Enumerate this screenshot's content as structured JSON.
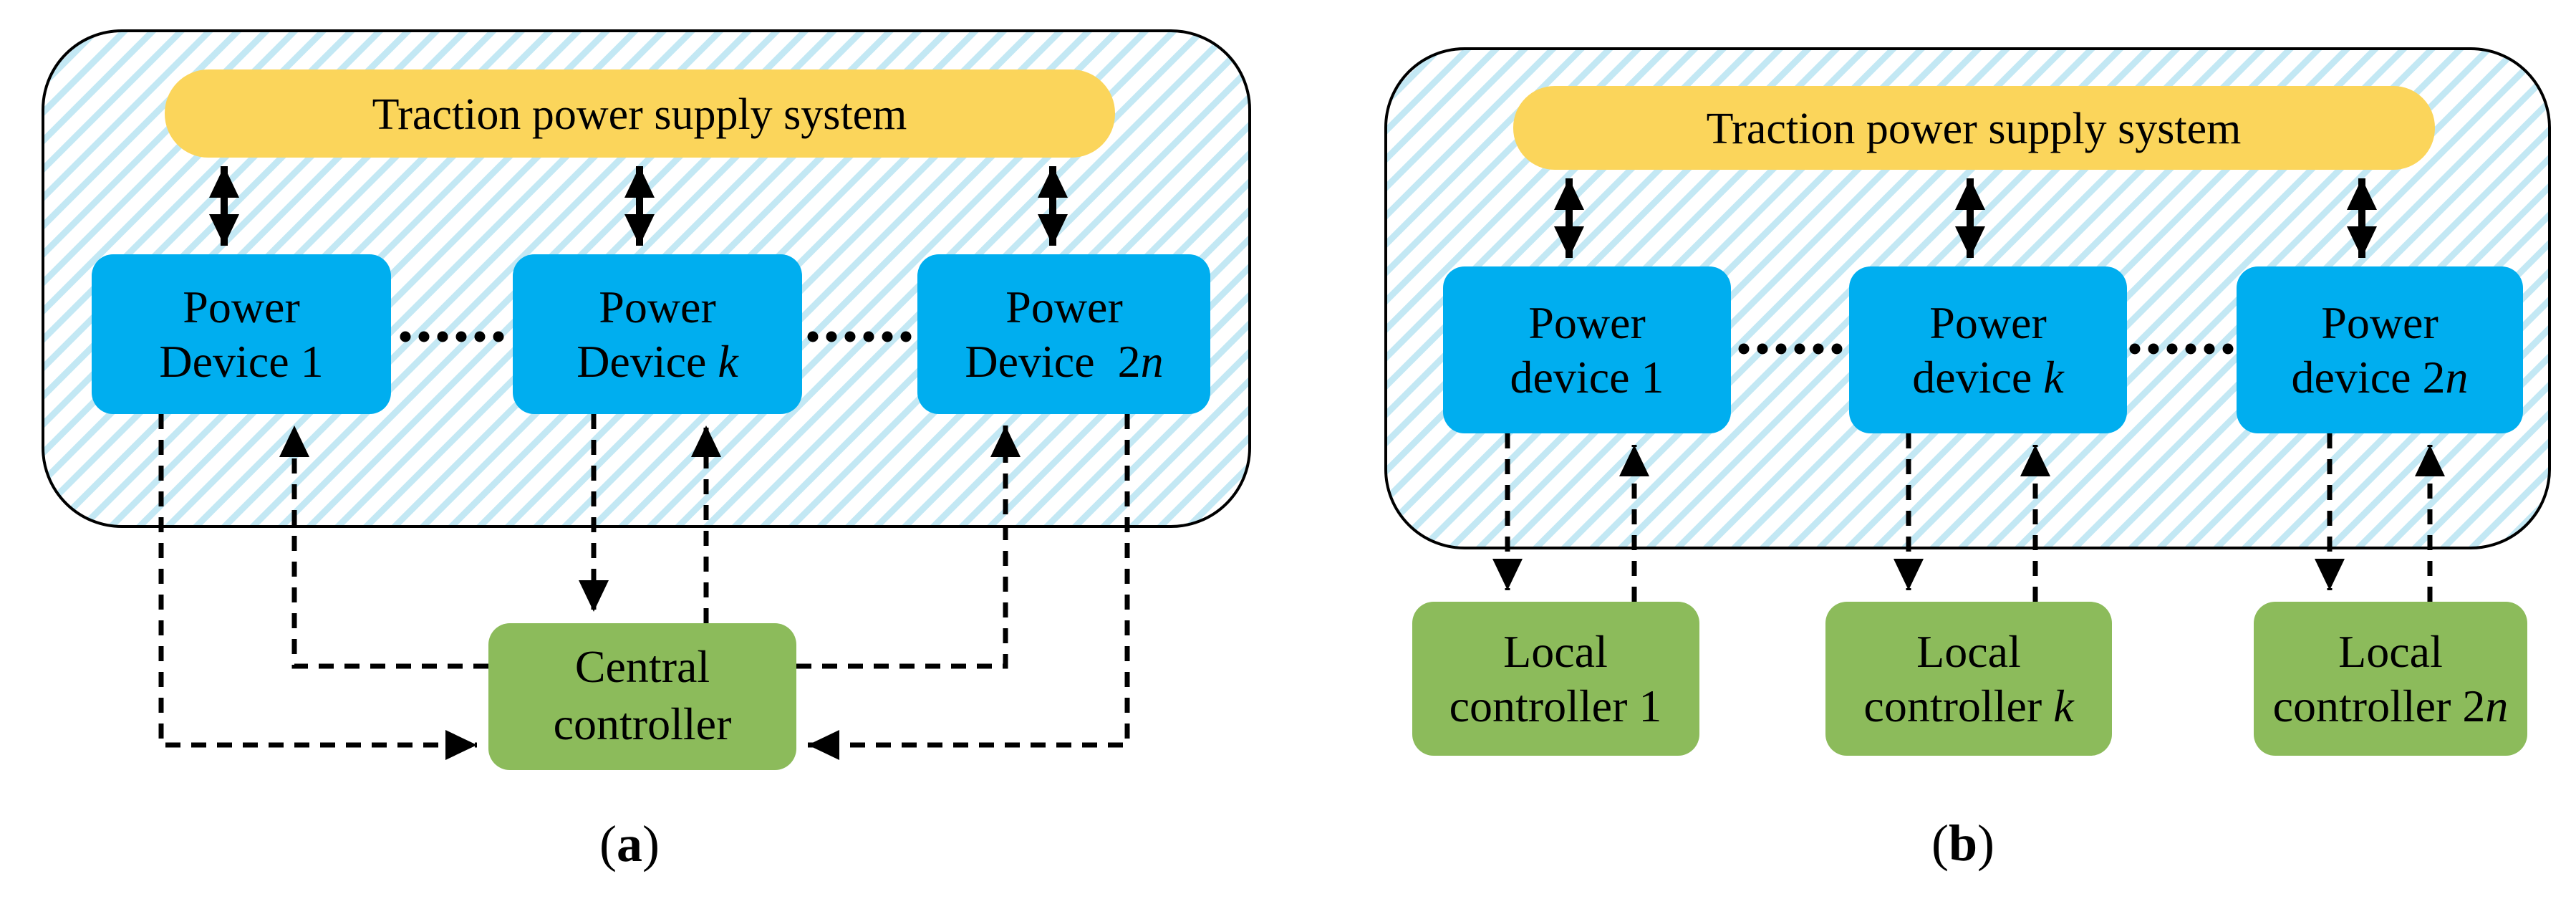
{
  "palette": {
    "bus_yellow": "#FBD55B",
    "device_blue": "#00AEEF",
    "controller_green": "#8CBB5B",
    "hatch_stripe": "#C3E8F4",
    "outline_black": "#000000"
  },
  "figure_a": {
    "caption": {
      "open": "(",
      "letter": "a",
      "close": ")"
    },
    "bus_label": "Traction power supply system",
    "devices": [
      {
        "line1": "Power",
        "line2": "Device",
        "tail_plain": " 1",
        "tail_italic": ""
      },
      {
        "line1": "Power",
        "line2": "Device",
        "tail_plain": " ",
        "tail_italic": "k"
      },
      {
        "line1": "Power",
        "line2": "Device",
        "tail_plain": "  2",
        "tail_italic": "n"
      }
    ],
    "controller": {
      "line1": "Central",
      "line2": "controller"
    }
  },
  "figure_b": {
    "caption": {
      "open": "(",
      "letter": "b",
      "close": ")"
    },
    "bus_label": "Traction power supply system",
    "devices": [
      {
        "line1": "Power",
        "line2": "device",
        "tail_plain": " 1",
        "tail_italic": ""
      },
      {
        "line1": "Power",
        "line2": "device",
        "tail_plain": " ",
        "tail_italic": "k"
      },
      {
        "line1": "Power",
        "line2": "device",
        "tail_plain": " 2",
        "tail_italic": "n"
      }
    ],
    "controllers": [
      {
        "line1": "Local",
        "line2": "controller",
        "tail_plain": " 1",
        "tail_italic": ""
      },
      {
        "line1": "Local",
        "line2": "controller",
        "tail_plain": " ",
        "tail_italic": "k"
      },
      {
        "line1": "Local",
        "line2": "controller",
        "tail_plain": " 2",
        "tail_italic": "n"
      }
    ]
  }
}
